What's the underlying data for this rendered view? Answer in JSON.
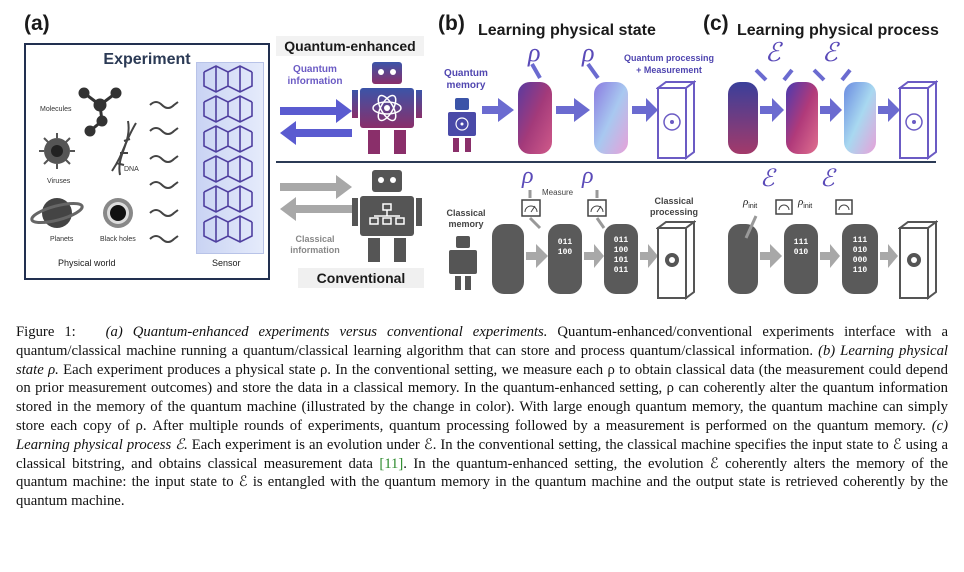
{
  "panels": {
    "a": {
      "label": "(a)",
      "experiment_title": "Experiment",
      "items": [
        "Molecules",
        "DNA",
        "Viruses",
        "Planets",
        "Black holes"
      ],
      "physical_world": "Physical world",
      "sensor": "Sensor",
      "quantum_tag": "Quantum-enhanced",
      "quantum_info": "Quantum\ninformation",
      "classical_info": "Classical\ninformation",
      "conventional_tag": "Conventional"
    },
    "b": {
      "label": "(b)",
      "title": "Learning physical state",
      "rho": "ρ",
      "quantum_memory": "Quantum\nmemory",
      "quantum_processing": "Quantum processing\n+ Measurement",
      "classical_memory": "Classical\nmemory",
      "measure": "Measure",
      "classical_processing": "Classical\nprocessing",
      "bits1": "011\n100",
      "bits2": "011\n100\n101\n011"
    },
    "c": {
      "label": "(c)",
      "title": "Learning physical process",
      "process": "ℰ",
      "rho_init": "ρ",
      "rho_init_sub": "init",
      "bits1": "111\n010",
      "bits2": "111\n010\n000\n110"
    }
  },
  "caption": {
    "fig": "Figure 1:",
    "a_title": "(a) Quantum-enhanced experiments versus conventional experiments.",
    "a_text": " Quantum-enhanced/conventional experiments interface with a quantum/classical machine running a quantum/classical learning algorithm that can store and process quantum/classical information. ",
    "b_title": "(b) Learning physical state ρ.",
    "b_text": " Each experiment produces a physical state ρ. In the conventional setting, we measure each ρ to obtain classical data (the measurement could depend on prior measurement outcomes) and store the data in a classical memory. In the quantum-enhanced setting, ρ can coherently alter the quantum information stored in the memory of the quantum machine (illustrated by the change in color). With large enough quantum memory, the quantum machine can simply store each copy of ρ. After multiple rounds of experiments, quantum processing followed by a measurement is performed on the quantum memory. ",
    "c_title": "(c) Learning physical process ℰ.",
    "c_text1": " Each experiment is an evolution under ℰ. In the conventional setting, the classical machine specifies the input state to ℰ using a classical bitstring, and obtains classical measurement data ",
    "ref": "[11]",
    "c_text2": ". In the quantum-enhanced setting, the evolution ℰ coherently alters the memory of the quantum machine: the input state to ℰ is entangled with the quantum memory in the quantum machine and the output state is retrieved coherently by the quantum machine."
  },
  "colors": {
    "quantum_purple": "#6b5bc4",
    "grad_dark": "#3a3f9a",
    "grad_magenta": "#a23a6a",
    "grad_light": "#9fd0f0",
    "classical_gray": "#5a5a5a",
    "divider": "#2b3a55"
  }
}
